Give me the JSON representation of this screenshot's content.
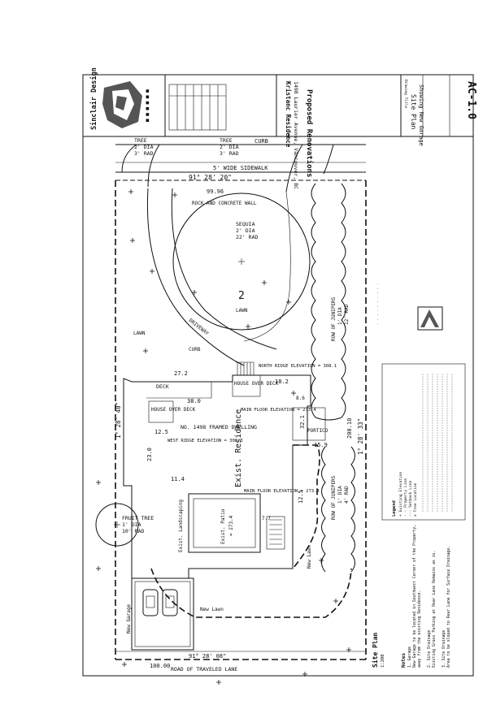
{
  "title_block": {
    "firm": "Sinclair Design",
    "project": "Kristanc Residence",
    "address": "1498 Laurier Avenue, Vancouver, BC",
    "project_type": "Proposed Renovations",
    "drawing_title_label": "Drawing Title",
    "drawing_title": "Site Plan",
    "drawing_subtitle": "Showing New Garage",
    "sheet_number": "AC-1.0"
  },
  "street": {
    "curb_top": "CURB",
    "sidewalk": "5' WIDE SIDEWALK",
    "sidewalk_bearing": "91° 28' 20\"",
    "front_dimension": "99.96",
    "rock_wall": "ROCK AND CONCRETE WALL",
    "rear_lane": "ROAD OF TRAVELED LANE",
    "rear_bearing": "91° 28' 08\"",
    "rear_dimension": "100.00",
    "left_bearing": "1° 28' 40\"",
    "right_bearing": "1° 28' 33\""
  },
  "trees": [
    {
      "label": "TREE",
      "dia": "2' DIA",
      "rad": "3' RAD"
    },
    {
      "label": "TREE",
      "dia": "2' DIA",
      "rad": "3' RAD"
    },
    {
      "label": "SEQUIA",
      "dia": "2' DIA",
      "rad": "22' RAD"
    },
    {
      "label": "ROW OF JUNIPERS",
      "dia": "1' DIA",
      "rad": "12' RAD"
    },
    {
      "label": "ROW OF JUNIPERS",
      "dia": "1' DIA",
      "rad": "4' RAD"
    },
    {
      "label": "FRUIT TREE",
      "dia": "1' DIA",
      "rad": "10' RAD"
    }
  ],
  "site": {
    "lot_number": "2",
    "lawn_front": "LAWN",
    "lawn_side": "LAWN",
    "driveway": "DRIVEWAY",
    "curb_drive": "CURB",
    "deck": "DECK",
    "deck_dim": "27.2",
    "house_over_deck_1": "HOUSE OVER DECK",
    "house_over_deck_2": "HOUSE OVER DECK",
    "building_label": "NO. 1498 FRAMED DWELLING",
    "exist_residence": "Exist. Residence",
    "main_floor_1": "MAIN FLOOR ELEVATION = 273.4",
    "main_floor_2": "MAIN FLOOR ELEVATION = 273.4",
    "west_ridge": "WEST RIDGE ELEVATION = 308.3",
    "north_ridge": "NORTH RIDGE ELEVATION = 308.1",
    "portico": "PORTICO",
    "patio": "Exist. Patio",
    "patio_elev": "= 273.4",
    "landscaping": "Exist. Landscaping",
    "new_lawn": "New Lawn",
    "new_garage": "New Garage",
    "dims": [
      "38.0",
      "12.5",
      "23.0",
      "18.2",
      "11.4",
      "12.5",
      "15.9",
      "32.1",
      "200.10",
      "8.6",
      "7.7"
    ]
  },
  "notes": {
    "heading": "Notes",
    "site_plan_label": "Site Plan",
    "scale": "1:200",
    "lines": [
      "1. Garage",
      "New Garage to be located in Southwest Corner of the Property,",
      "away from the existing Residence.",
      "2. Site Drainage",
      "Existing Grass Parking at Rear Lane Remains as is.",
      "3. Site Drainage",
      "Area to be sloped to Rear Lane for Surface Drainage."
    ]
  },
  "legend": {
    "heading": "Legend",
    "items": [
      "+ Existing Elevation",
      "- - Property Line",
      "--- Setback Line",
      "x Tree Location"
    ]
  }
}
